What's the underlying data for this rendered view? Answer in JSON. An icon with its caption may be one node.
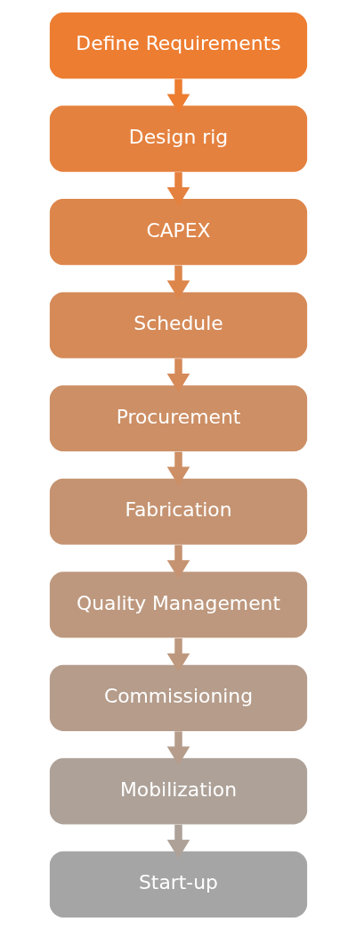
{
  "diagram": {
    "nodes": [
      {
        "text": [
          "Define Requirements"
        ]
      },
      {
        "text": [
          "Design rig"
        ]
      },
      {
        "text": [
          "CAPEX"
        ]
      },
      {
        "text": [
          "Schedule"
        ]
      },
      {
        "text": [
          "Procurement"
        ]
      },
      {
        "text": [
          "Fabrication"
        ]
      },
      {
        "text": [
          "Quality Management"
        ]
      },
      {
        "text": [
          "Commissioning"
        ]
      },
      {
        "text": [
          "Mobilization"
        ]
      },
      {
        "text": [
          "Start-up"
        ]
      }
    ],
    "edges": [
      {
        "from": 0,
        "to": 1,
        "arrow": "to"
      },
      {
        "from": 1,
        "to": 2,
        "arrow": "to"
      },
      {
        "from": 2,
        "to": 3,
        "arrow": "to"
      },
      {
        "from": 3,
        "to": 4,
        "arrow": "to"
      },
      {
        "from": 4,
        "to": 5,
        "arrow": "to"
      },
      {
        "from": 5,
        "to": 6,
        "arrow": "to"
      },
      {
        "from": 6,
        "to": 7,
        "arrow": "to"
      },
      {
        "from": 7,
        "to": 8,
        "arrow": "to"
      },
      {
        "from": 8,
        "to": 9,
        "arrow": "to",
        "color": "#ada198"
      }
    ]
  }
}
